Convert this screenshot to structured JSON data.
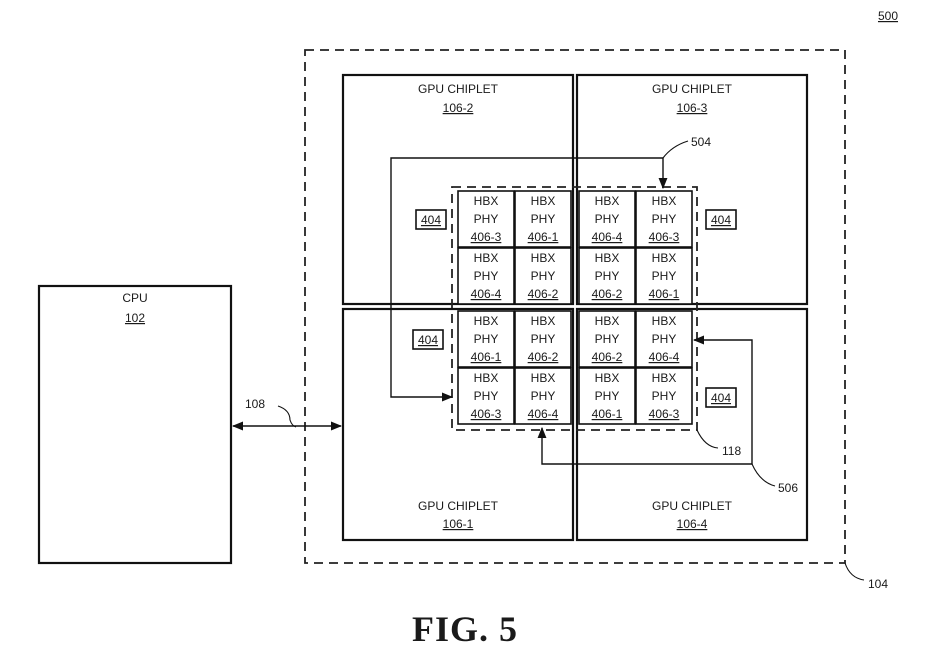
{
  "figure_ref": "500",
  "figure_caption": "FIG. 5",
  "cpu": {
    "label": "CPU",
    "ref": "102"
  },
  "link_ref": "108",
  "package_ref": "104",
  "chiplets": [
    {
      "id": "top-left",
      "label": "GPU CHIPLET",
      "ref": "106-2"
    },
    {
      "id": "top-right",
      "label": "GPU CHIPLET",
      "ref": "106-3"
    },
    {
      "id": "bottom-left",
      "label": "GPU CHIPLET",
      "ref": "106-1"
    },
    {
      "id": "bottom-right",
      "label": "GPU CHIPLET",
      "ref": "106-4"
    }
  ],
  "phy_line1": "HBX",
  "phy_line2": "PHY",
  "phy_refs": [
    [
      "406-3",
      "406-1",
      "406-4",
      "406-3"
    ],
    [
      "406-4",
      "406-2",
      "406-2",
      "406-1"
    ],
    [
      "406-1",
      "406-2",
      "406-2",
      "406-4"
    ],
    [
      "406-3",
      "406-4",
      "406-1",
      "406-3"
    ]
  ],
  "controller_ref": "404",
  "bridge_ref": "118",
  "path_refs": {
    "top": "504",
    "bottom": "506"
  }
}
